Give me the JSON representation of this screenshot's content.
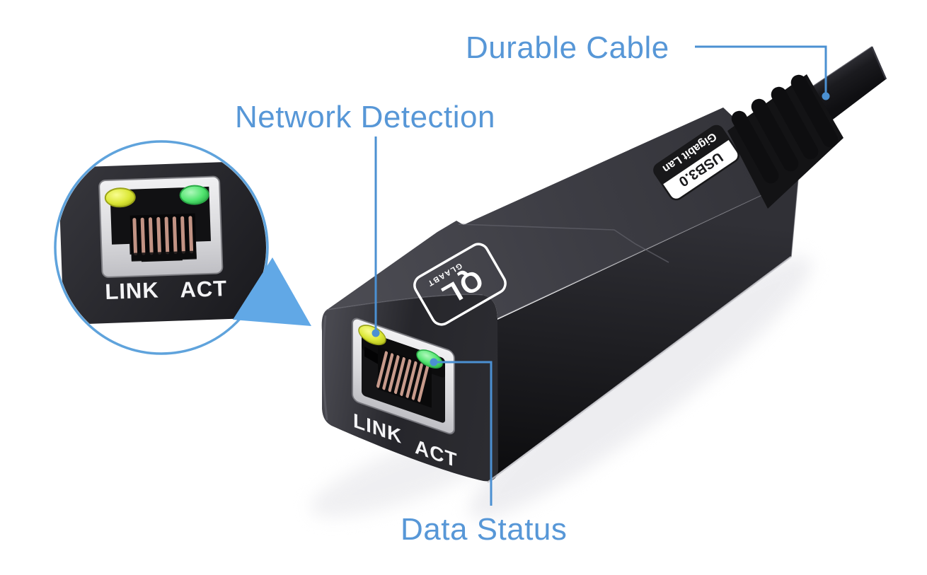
{
  "image": {
    "type": "annotated product photo",
    "subject": "USB 3.0 to Gigabit Ethernet adapter"
  },
  "annotations": {
    "durable_cable": "Durable Cable",
    "network_detection": "Network Detection",
    "data_status": "Data Status"
  },
  "device": {
    "badge": {
      "line1": "USB3.0",
      "line2": "Gigabit Lan"
    },
    "logo": {
      "mark": "QL",
      "text": "GLAABT"
    },
    "port_labels": {
      "link": "LINK",
      "act": "ACT"
    }
  },
  "inset": {
    "port_labels": {
      "link": "LINK",
      "act": "ACT"
    },
    "leds": {
      "left": "yellow",
      "right": "green"
    }
  },
  "colors": {
    "annotation_text": "#5797d7",
    "connector_line": "#4b90d2",
    "triangle": "#61a8e6",
    "circle_border": "#5fa3dc",
    "led_yellow": "#dce838",
    "led_green": "#52e570"
  }
}
